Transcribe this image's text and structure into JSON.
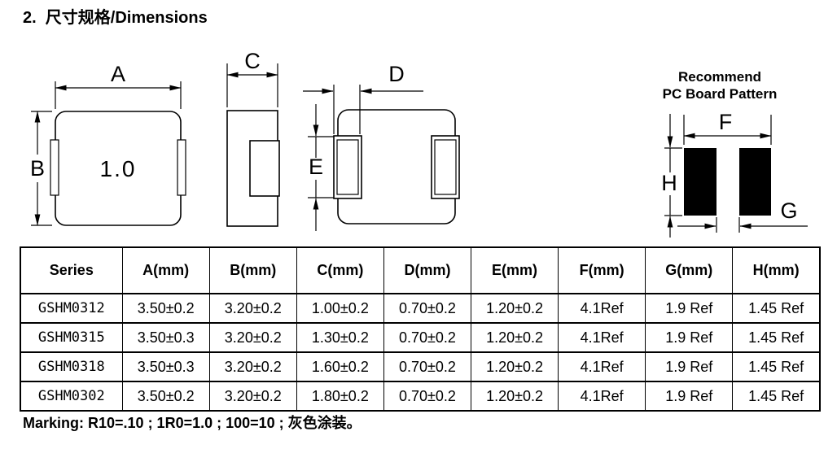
{
  "page": {
    "title": "2.  尺寸规格/Dimensions",
    "marking": "Marking: R10=.10 ; 1R0=1.0 ; 100=10 ;  灰色涂装。"
  },
  "colors": {
    "line": "#000000",
    "background": "#ffffff",
    "pad_fill": "#000000"
  },
  "drawings": {
    "top_view": {
      "marking": "1.0",
      "dim_a": "A",
      "dim_b": "B"
    },
    "side_view": {
      "dim_c": "C",
      "dim_e": "E"
    },
    "bottom_view": {
      "dim_d": "D"
    },
    "pcb_pattern": {
      "title_line1": "Recommend",
      "title_line2": "PC Board Pattern",
      "dim_f": "F",
      "dim_g": "G",
      "dim_h": "H"
    }
  },
  "table": {
    "headers": [
      "Series",
      "A(mm)",
      "B(mm)",
      "C(mm)",
      "D(mm)",
      "E(mm)",
      "F(mm)",
      "G(mm)",
      "H(mm)"
    ],
    "rows": [
      [
        "GSHM0312",
        "3.50±0.2",
        "3.20±0.2",
        "1.00±0.2",
        "0.70±0.2",
        "1.20±0.2",
        "4.1Ref",
        "1.9 Ref",
        "1.45 Ref"
      ],
      [
        "GSHM0315",
        "3.50±0.3",
        "3.20±0.2",
        "1.30±0.2",
        "0.70±0.2",
        "1.20±0.2",
        "4.1Ref",
        "1.9 Ref",
        "1.45 Ref"
      ],
      [
        "GSHM0318",
        "3.50±0.3",
        "3.20±0.2",
        "1.60±0.2",
        "0.70±0.2",
        "1.20±0.2",
        "4.1Ref",
        "1.9 Ref",
        "1.45 Ref"
      ],
      [
        "GSHM0302",
        "3.50±0.2",
        "3.20±0.2",
        "1.80±0.2",
        "0.70±0.2",
        "1.20±0.2",
        "4.1Ref",
        "1.9 Ref",
        "1.45 Ref"
      ]
    ]
  }
}
